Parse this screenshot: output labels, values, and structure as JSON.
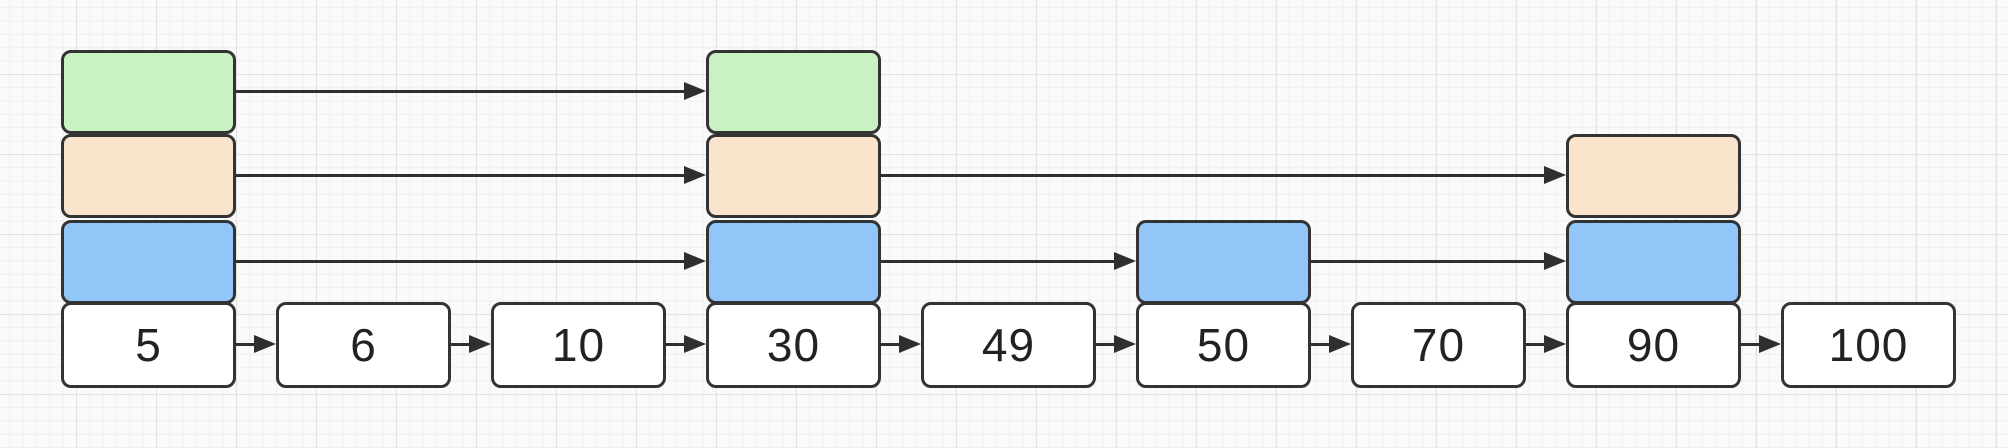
{
  "palette": {
    "canvas_bg": "#fafafa",
    "grid_minor": "#efefef",
    "grid_major": "#e2e2e2",
    "green": "#c9f2c3",
    "orange": "#fae4cc",
    "blue": "#92c6f8",
    "node_fill": "#ffffff",
    "stroke": "#333333",
    "arrow": "#2f2f2f",
    "text": "#222222"
  },
  "skiplist": {
    "nodes": [
      {
        "value": "5",
        "tower": [
          "green",
          "orange",
          "blue"
        ]
      },
      {
        "value": "6",
        "tower": []
      },
      {
        "value": "10",
        "tower": []
      },
      {
        "value": "30",
        "tower": [
          "green",
          "orange",
          "blue"
        ]
      },
      {
        "value": "49",
        "tower": []
      },
      {
        "value": "50",
        "tower": [
          "blue"
        ]
      },
      {
        "value": "70",
        "tower": []
      },
      {
        "value": "90",
        "tower": [
          "orange",
          "blue"
        ]
      },
      {
        "value": "100",
        "tower": []
      }
    ],
    "levels": [
      {
        "name": "level-3",
        "color_key": "green",
        "links": [
          [
            "5",
            "30"
          ]
        ]
      },
      {
        "name": "level-2",
        "color_key": "orange",
        "links": [
          [
            "5",
            "30"
          ],
          [
            "30",
            "90"
          ]
        ]
      },
      {
        "name": "level-1",
        "color_key": "blue",
        "links": [
          [
            "5",
            "30"
          ],
          [
            "30",
            "50"
          ],
          [
            "50",
            "90"
          ]
        ]
      },
      {
        "name": "level-0",
        "color_key": "node_fill",
        "links": [
          [
            "5",
            "6"
          ],
          [
            "6",
            "10"
          ],
          [
            "10",
            "30"
          ],
          [
            "30",
            "49"
          ],
          [
            "49",
            "50"
          ],
          [
            "50",
            "70"
          ],
          [
            "70",
            "90"
          ],
          [
            "90",
            "100"
          ]
        ]
      }
    ]
  }
}
